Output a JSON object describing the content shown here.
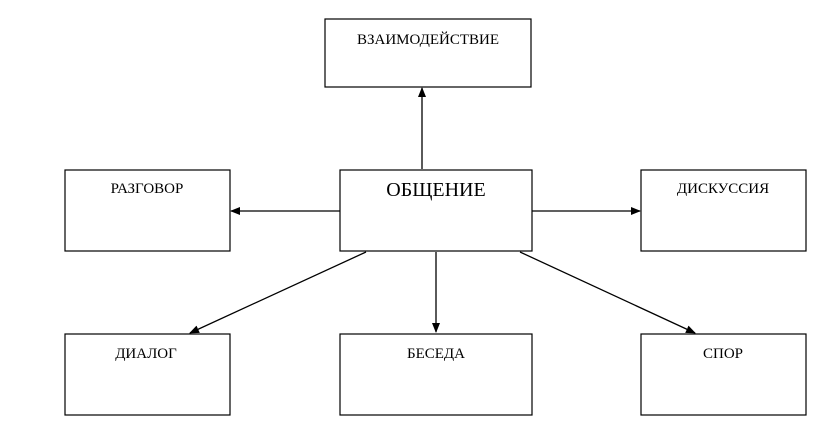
{
  "diagram": {
    "center": {
      "label": "ОБЩЕНИЕ"
    },
    "nodes": {
      "interaction": {
        "label": "ВЗАИМОДЕЙСТВИЕ"
      },
      "conversation": {
        "label": "РАЗГОВОР"
      },
      "discussion": {
        "label": "ДИСКУССИЯ"
      },
      "dialogue": {
        "label": "ДИАЛОГ"
      },
      "talk": {
        "label": "БЕСЕДА"
      },
      "dispute": {
        "label": "СПОР"
      }
    },
    "edges": [
      {
        "from": "center",
        "to": "interaction"
      },
      {
        "from": "center",
        "to": "conversation"
      },
      {
        "from": "center",
        "to": "discussion"
      },
      {
        "from": "center",
        "to": "dialogue"
      },
      {
        "from": "center",
        "to": "talk"
      },
      {
        "from": "center",
        "to": "dispute"
      }
    ],
    "colors": {
      "stroke": "#000000",
      "fill": "#ffffff"
    }
  }
}
